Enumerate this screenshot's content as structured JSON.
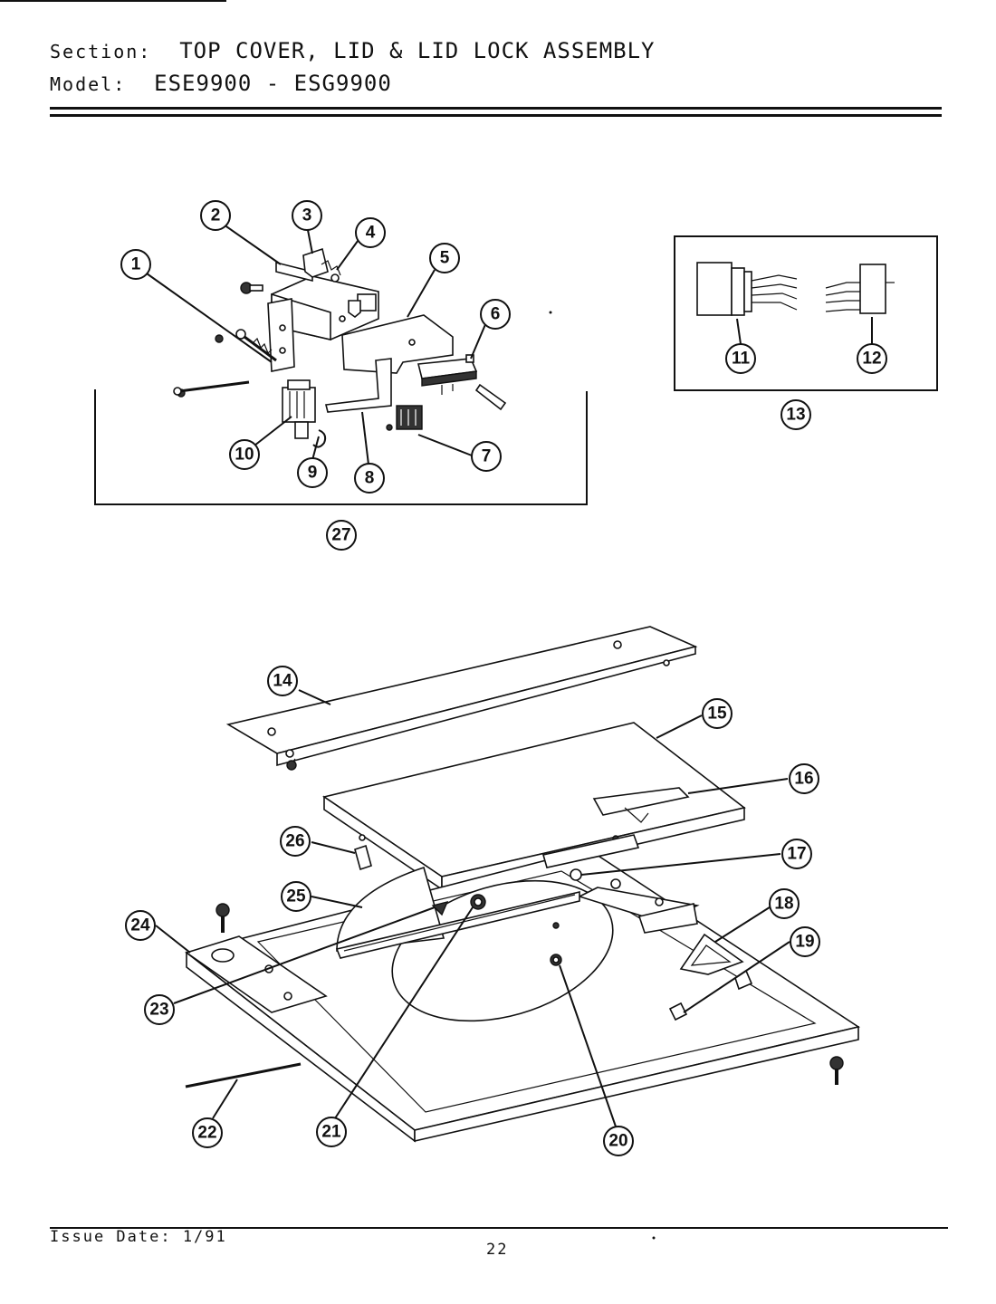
{
  "header": {
    "section_key": "Section:",
    "section_value": "TOP COVER, LID & LID LOCK ASSEMBLY",
    "model_key": "Model:",
    "model_value": "ESE9900 - ESG9900"
  },
  "footer": {
    "issue_date": "Issue Date: 1/91",
    "page_number": "22"
  },
  "callouts": [
    "1",
    "2",
    "3",
    "4",
    "5",
    "6",
    "7",
    "8",
    "9",
    "10",
    "11",
    "12",
    "13",
    "14",
    "15",
    "16",
    "17",
    "18",
    "19",
    "20",
    "21",
    "22",
    "23",
    "24",
    "25",
    "26",
    "27"
  ]
}
